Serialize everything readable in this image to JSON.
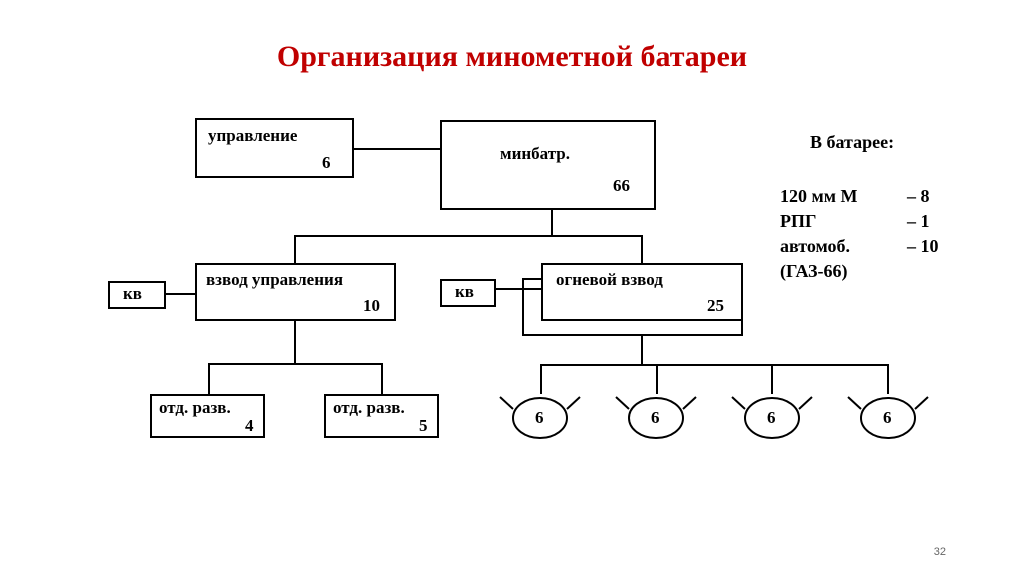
{
  "title": "Организация минометной батареи",
  "nodes": {
    "management": {
      "name": "управление",
      "count": "6"
    },
    "minbat": {
      "name": "минбатр.",
      "count": "66"
    },
    "control_platoon": {
      "name": "взвод управления",
      "count": "10"
    },
    "fire_platoon": {
      "name": "огневой взвод",
      "count": "25"
    },
    "kv_left": {
      "name": "кв"
    },
    "kv_right": {
      "name": "кв"
    },
    "recon1": {
      "name": "отд. разв.",
      "count": "4"
    },
    "recon2": {
      "name": "отд. разв.",
      "count": "5"
    },
    "crews": [
      "6",
      "6",
      "6",
      "6"
    ]
  },
  "info": {
    "heading": "В батарее:",
    "rows": [
      {
        "item": "120 мм М",
        "value": "– 8"
      },
      {
        "item": "РПГ",
        "value": "– 1"
      },
      {
        "item": "автомоб.",
        "value": "– 10"
      },
      {
        "item": "(ГАЗ-66)",
        "value": ""
      }
    ]
  },
  "page_number": "32"
}
